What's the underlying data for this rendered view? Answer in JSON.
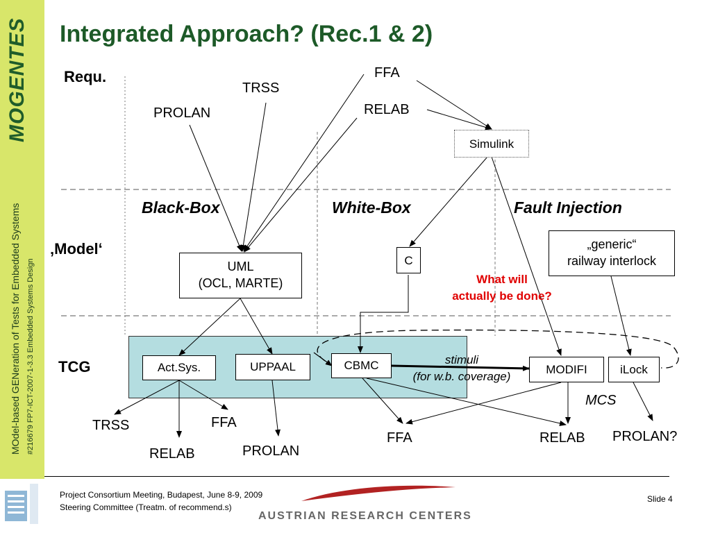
{
  "title": "Integrated Approach? (Rec.1 & 2)",
  "sidebar": {
    "logo": "MOGENTES",
    "line1": "MOdel-based GENeration of Tests for Embedded Systems",
    "line2": "#216679 FP7-ICT-2007-1-3.3 Embedded Systems Design"
  },
  "rows": {
    "requ": "Requ.",
    "model": "‚Model‘",
    "tcg": "TCG"
  },
  "columns": {
    "black": "Black-Box",
    "white": "White-Box",
    "fault": "Fault Injection"
  },
  "requirements": {
    "ffa": "FFA",
    "trss": "TRSS",
    "prolan": "PROLAN",
    "relab": "RELAB"
  },
  "models": {
    "simulink": "Simulink",
    "uml_line1": "UML",
    "uml_line2": "(OCL, MARTE)",
    "c": "C",
    "generic_line1": "„generic“",
    "generic_line2": "railway interlock"
  },
  "question": {
    "line1": "What will",
    "line2": "actually be done?"
  },
  "tools": {
    "actsys": "Act.Sys.",
    "uppaal": "UPPAAL",
    "cbmc": "CBMC",
    "modifi": "MODIFI",
    "ilock": "iLock"
  },
  "stimuli": {
    "line1": "stimuli",
    "line2": "(for w.b. coverage)"
  },
  "mcs": "MCS",
  "outputs": {
    "trss": "TRSS",
    "ffa1": "FFA",
    "relab1": "RELAB",
    "prolan1": "PROLAN",
    "ffa2": "FFA",
    "relab2": "RELAB",
    "prolan2": "PROLAN?"
  },
  "footer": {
    "line1": "Project Consortium Meeting, Budapest, June 8-9, 2009",
    "line2": "Steering Committee (Treatm. of recommend.s)",
    "slide": "Slide 4",
    "org": "AUSTRIAN RESEARCH CENTERS"
  },
  "colors": {
    "title": "#1d5a28",
    "sidebar": "#d8e66a",
    "tcg_band": "#b4dde0",
    "question": "#e00000"
  }
}
